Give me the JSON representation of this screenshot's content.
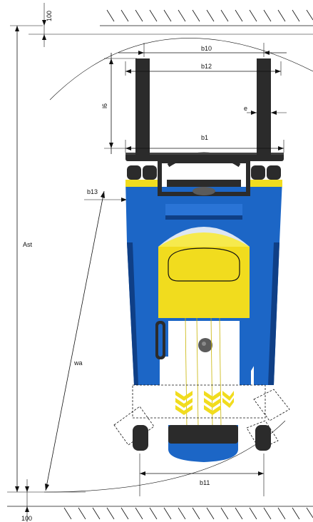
{
  "labels": {
    "top_clearance": "100",
    "bottom_clearance": "100",
    "b10": "b10",
    "b12": "b12",
    "l6": "l6",
    "e": "e",
    "b1": "b1",
    "b13": "b13",
    "ast": "Ast",
    "wa": "wa",
    "b11": "b11"
  },
  "colors": {
    "blue": "#1c66c6",
    "blue_dark": "#0f3f86",
    "yellow": "#f1dc1e",
    "black": "#2b2b2b",
    "grey": "#5b5b5b"
  }
}
